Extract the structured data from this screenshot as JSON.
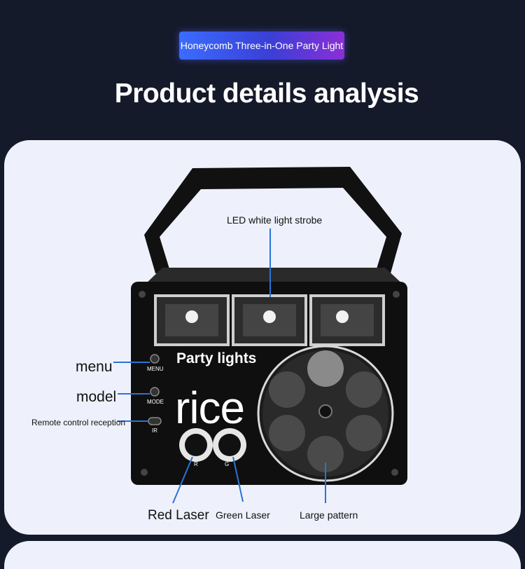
{
  "banner": {
    "title": "Honeycomb Three-in-One Party Light"
  },
  "heading": "Product details analysis",
  "device": {
    "brand_text": "Party lights",
    "overlay_text": "rice",
    "button_labels": {
      "menu": "MENU",
      "mode": "MODE",
      "ir": "IR",
      "r": "R",
      "g": "G"
    }
  },
  "callouts": {
    "led": "LED white light strobe",
    "menu": "menu",
    "model": "model",
    "remote": "Remote control reception",
    "red": "Red Laser",
    "green": "Green Laser",
    "pattern": "Large pattern"
  },
  "colors": {
    "background": "#151a2a",
    "card": "#eef1fb",
    "callout_line": "#2b73d6",
    "accent_start": "#3b6cff",
    "accent_end": "#8a2fd6"
  }
}
